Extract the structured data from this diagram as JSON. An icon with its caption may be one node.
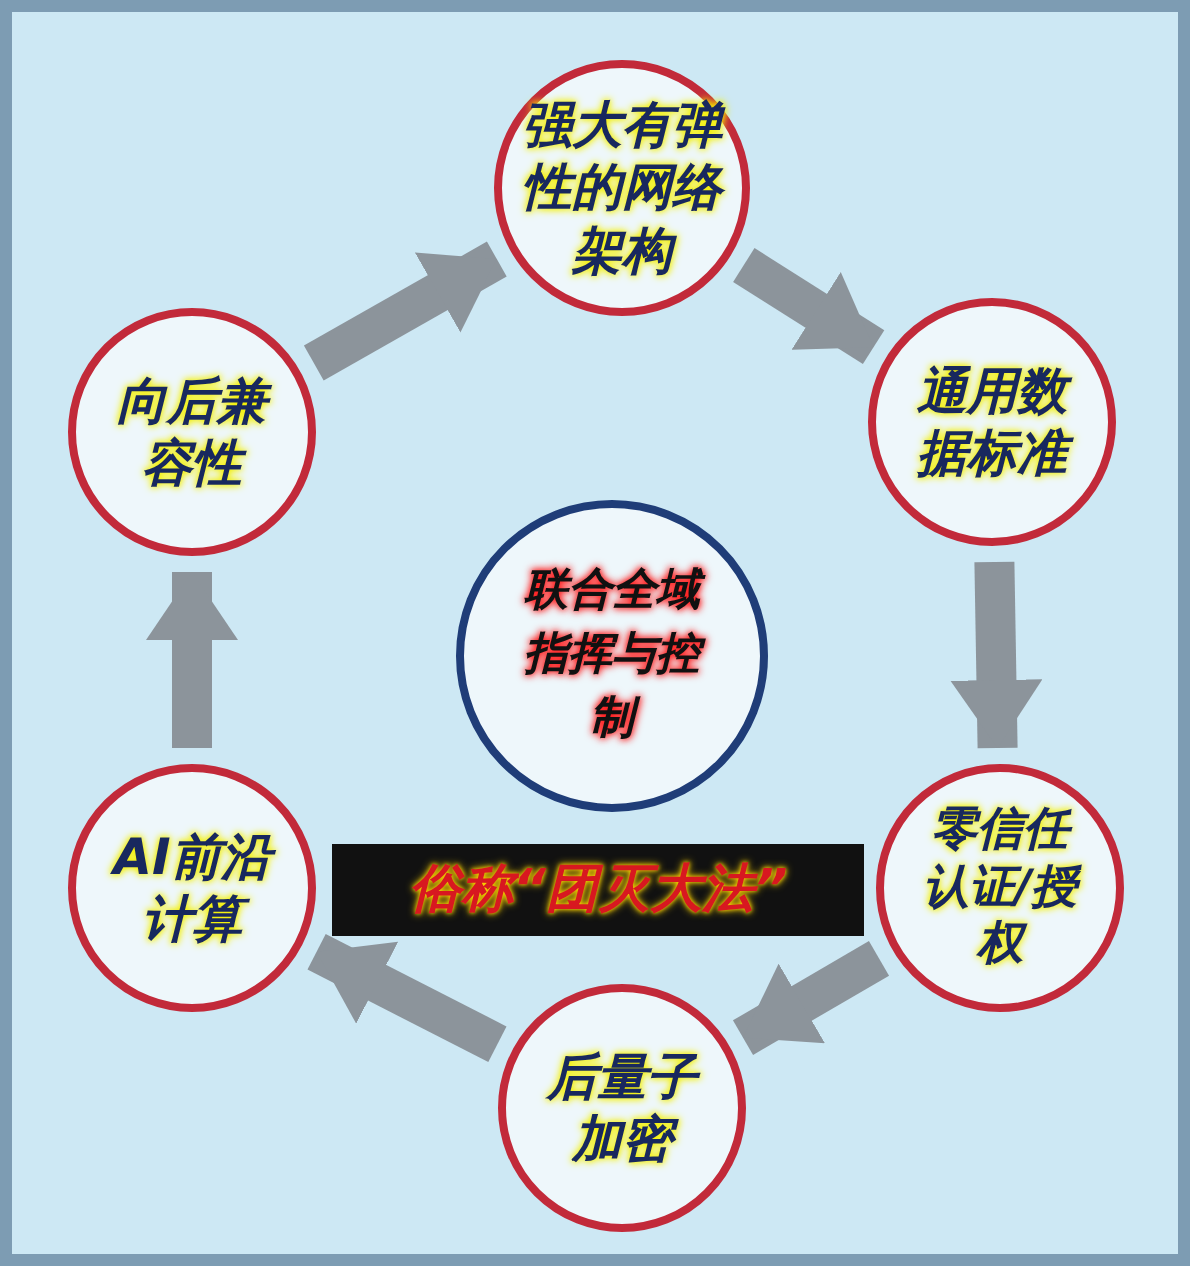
{
  "diagram": {
    "nodes": [
      {
        "text": [
          "强大有弹性的网络架构"
        ]
      },
      {
        "text": [
          "通用数据标准"
        ]
      },
      {
        "text": [
          "零信任认证/授权"
        ]
      },
      {
        "text": [
          "后量子加密"
        ]
      },
      {
        "text": [
          "AI前沿计算"
        ]
      },
      {
        "text": [
          "向后兼容性"
        ]
      },
      {
        "text": [
          "联合全域指挥与控制"
        ]
      },
      {
        "text": [
          "俗称“团灭大法”"
        ]
      }
    ],
    "edges": [
      {
        "from": 0,
        "to": 1,
        "arrow": "to"
      },
      {
        "from": 1,
        "to": 2,
        "arrow": "to"
      },
      {
        "from": 2,
        "to": 3,
        "arrow": "to"
      },
      {
        "from": 3,
        "to": 4,
        "arrow": "to"
      },
      {
        "from": 4,
        "to": 5,
        "arrow": "to"
      },
      {
        "from": 5,
        "to": 0,
        "arrow": "to"
      }
    ]
  }
}
